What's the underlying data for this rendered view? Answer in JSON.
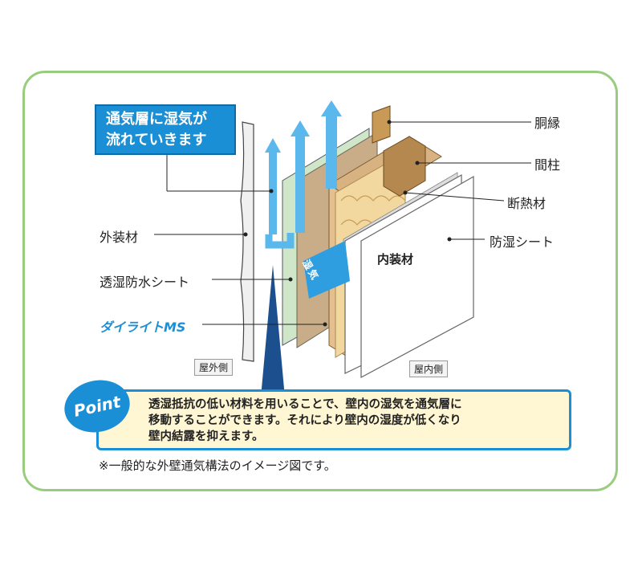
{
  "callout": {
    "line1": "通気層に湿気が",
    "line2": "流れていきます"
  },
  "labels": {
    "dobuchi": "胴縁",
    "mabashira": "間柱",
    "dannetsuzai": "断熱材",
    "boshitsu_sheet": "防湿シート",
    "naisouzai": "内装材",
    "gaisouzai": "外装材",
    "toshitsu_sheet": "透湿防水シート",
    "brand": "ダイライトMS",
    "shikke": "湿気",
    "okugai": "屋外側",
    "okunai": "屋内側"
  },
  "point": {
    "badge": "Point",
    "line1": "透湿抵抗の低い材料を用いることで、壁内の湿気を通気層に",
    "line2": "移動することができます。それにより壁内の湿度が低くなり",
    "line3": "壁内結露を抑えます。"
  },
  "footnote": "※一般的な外壁通気構法のイメージ図です。",
  "colors": {
    "accent": "#1b8fd6",
    "frame": "#98cd7f",
    "point_bg": "#fff6d4"
  }
}
